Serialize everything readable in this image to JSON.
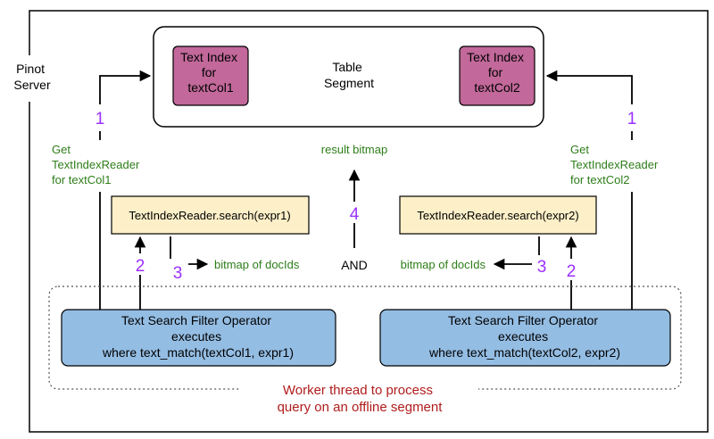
{
  "server_label": [
    "Pinot",
    "Server"
  ],
  "segment": {
    "label": [
      "Table",
      "Segment"
    ],
    "index_left": [
      "Text Index",
      "for",
      "textCol1"
    ],
    "index_right": [
      "Text Index",
      "for",
      "textCol2"
    ]
  },
  "steps": {
    "left_one": "1",
    "right_one": "1",
    "left_two": "2",
    "right_two": "2",
    "left_three": "3",
    "right_three": "3",
    "four": "4"
  },
  "get_reader_left": [
    "Get",
    "TextIndexReader",
    "for textCol1"
  ],
  "get_reader_right": [
    "Get",
    "TextIndexReader",
    "for textCol2"
  ],
  "result_bitmap": "result bitmap",
  "search_left": "TextIndexReader.search(expr1)",
  "search_right": "TextIndexReader.search(expr2)",
  "bitmap_left": "bitmap of docIds",
  "bitmap_right": "bitmap of docIds",
  "and_label": "AND",
  "operator_left": [
    "Text Search Filter Operator",
    "executes",
    "where text_match(textCol1, expr1)"
  ],
  "operator_right": [
    "Text Search Filter Operator",
    "executes",
    "where text_match(textCol2, expr2)"
  ],
  "worker_label": [
    "Worker thread to process",
    "query on an offline segment"
  ],
  "colors": {
    "index_fill": "#c2689a",
    "search_fill": "#fdefc8",
    "operator_fill": "#94bde3",
    "green_text": "#2e7d1a",
    "purple_text": "#9b30ff",
    "red_text": "#b01c1c"
  }
}
